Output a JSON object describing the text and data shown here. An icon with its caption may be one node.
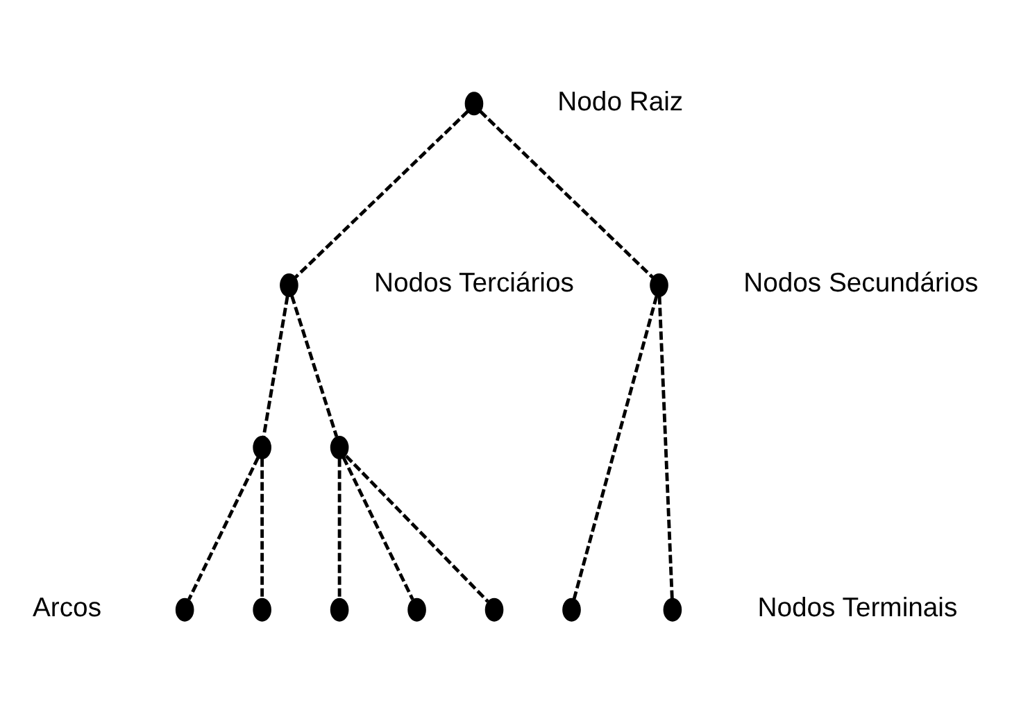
{
  "diagram": {
    "nodes": [
      {
        "text": [],
        "shape": "circle",
        "beside": [
          "Nodo Raiz"
        ]
      },
      {
        "text": [],
        "shape": "circle",
        "beside": [
          "Nodos Terciários"
        ]
      },
      {
        "text": [],
        "shape": "circle"
      },
      {
        "text": [],
        "shape": "circle"
      },
      {
        "text": [],
        "shape": "circle",
        "beside": [
          "Nodos Secundários"
        ]
      },
      {
        "text": [],
        "shape": "circle"
      },
      {
        "text": [],
        "shape": "circle"
      },
      {
        "text": [],
        "shape": "circle"
      },
      {
        "text": [],
        "shape": "circle"
      },
      {
        "text": [],
        "shape": "circle"
      },
      {
        "text": [],
        "shape": "circle"
      },
      {
        "text": [],
        "shape": "circle",
        "beside": [
          "Nodos Terminais"
        ]
      }
    ],
    "edges": [
      {
        "from": 0,
        "to": 1,
        "arrow": "none",
        "style": "dashed"
      },
      {
        "from": 0,
        "to": 4,
        "arrow": "none",
        "style": "dashed"
      },
      {
        "from": 1,
        "to": 2,
        "arrow": "none",
        "style": "dashed"
      },
      {
        "from": 1,
        "to": 3,
        "arrow": "none",
        "style": "dashed"
      },
      {
        "from": 2,
        "to": 5,
        "arrow": "none",
        "style": "dashed"
      },
      {
        "from": 2,
        "to": 6,
        "arrow": "none",
        "style": "dashed"
      },
      {
        "from": 3,
        "to": 7,
        "arrow": "none",
        "style": "dashed"
      },
      {
        "from": 3,
        "to": 8,
        "arrow": "none",
        "style": "dashed"
      },
      {
        "from": 3,
        "to": 9,
        "arrow": "none",
        "style": "dashed"
      },
      {
        "from": 4,
        "to": 10,
        "arrow": "none",
        "style": "dashed"
      },
      {
        "from": 4,
        "to": 11,
        "arrow": "none",
        "style": "dashed"
      }
    ],
    "labels": [
      "Arcos"
    ]
  }
}
